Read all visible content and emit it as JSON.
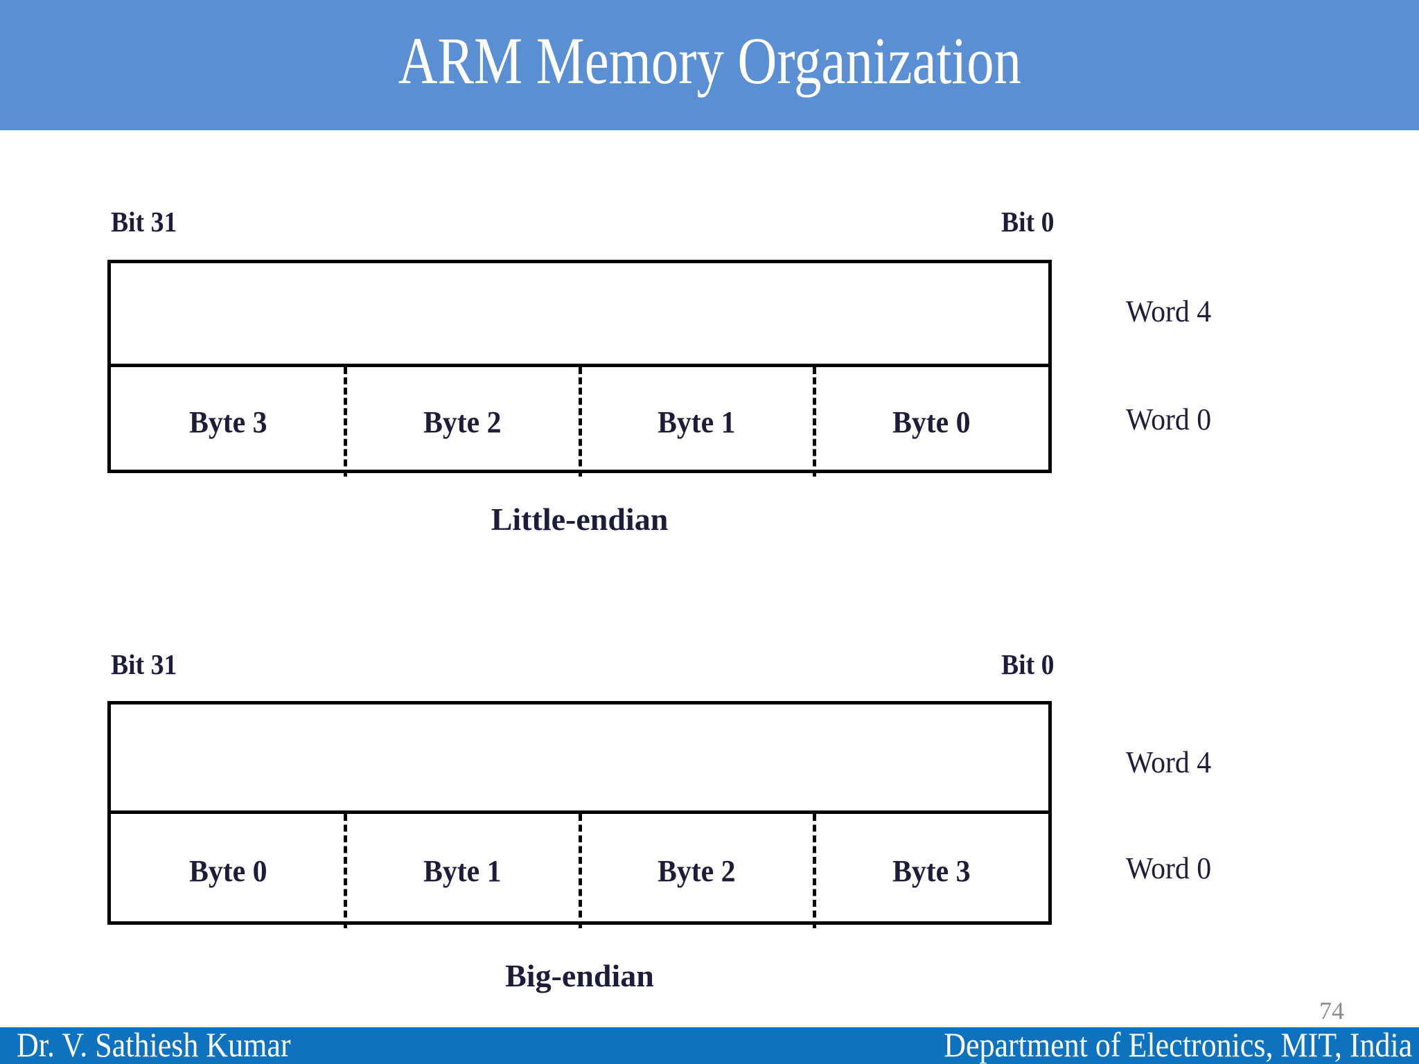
{
  "slide": {
    "title": "ARM Memory Organization",
    "title_bar_color": "#5B8FD4",
    "footer_bar_color": "#0F72BE",
    "number": "74"
  },
  "diagrams": [
    {
      "name": "little-endian",
      "bit_left": "Bit 31",
      "bit_right": "Bit 0",
      "word_upper_label": "Word 4",
      "word_lower_label": "Word 0",
      "bytes": [
        "Byte 3",
        "Byte 2",
        "Byte 1",
        "Byte 0"
      ],
      "caption": "Little-endian"
    },
    {
      "name": "big-endian",
      "bit_left": "Bit 31",
      "bit_right": "Bit 0",
      "word_upper_label": "Word 4",
      "word_lower_label": "Word 0",
      "bytes": [
        "Byte 0",
        "Byte 1",
        "Byte 2",
        "Byte 3"
      ],
      "caption": "Big-endian"
    }
  ],
  "footer": {
    "left": "Dr. V. Sathiesh Kumar",
    "right": "Department of Electronics, MIT, India"
  }
}
